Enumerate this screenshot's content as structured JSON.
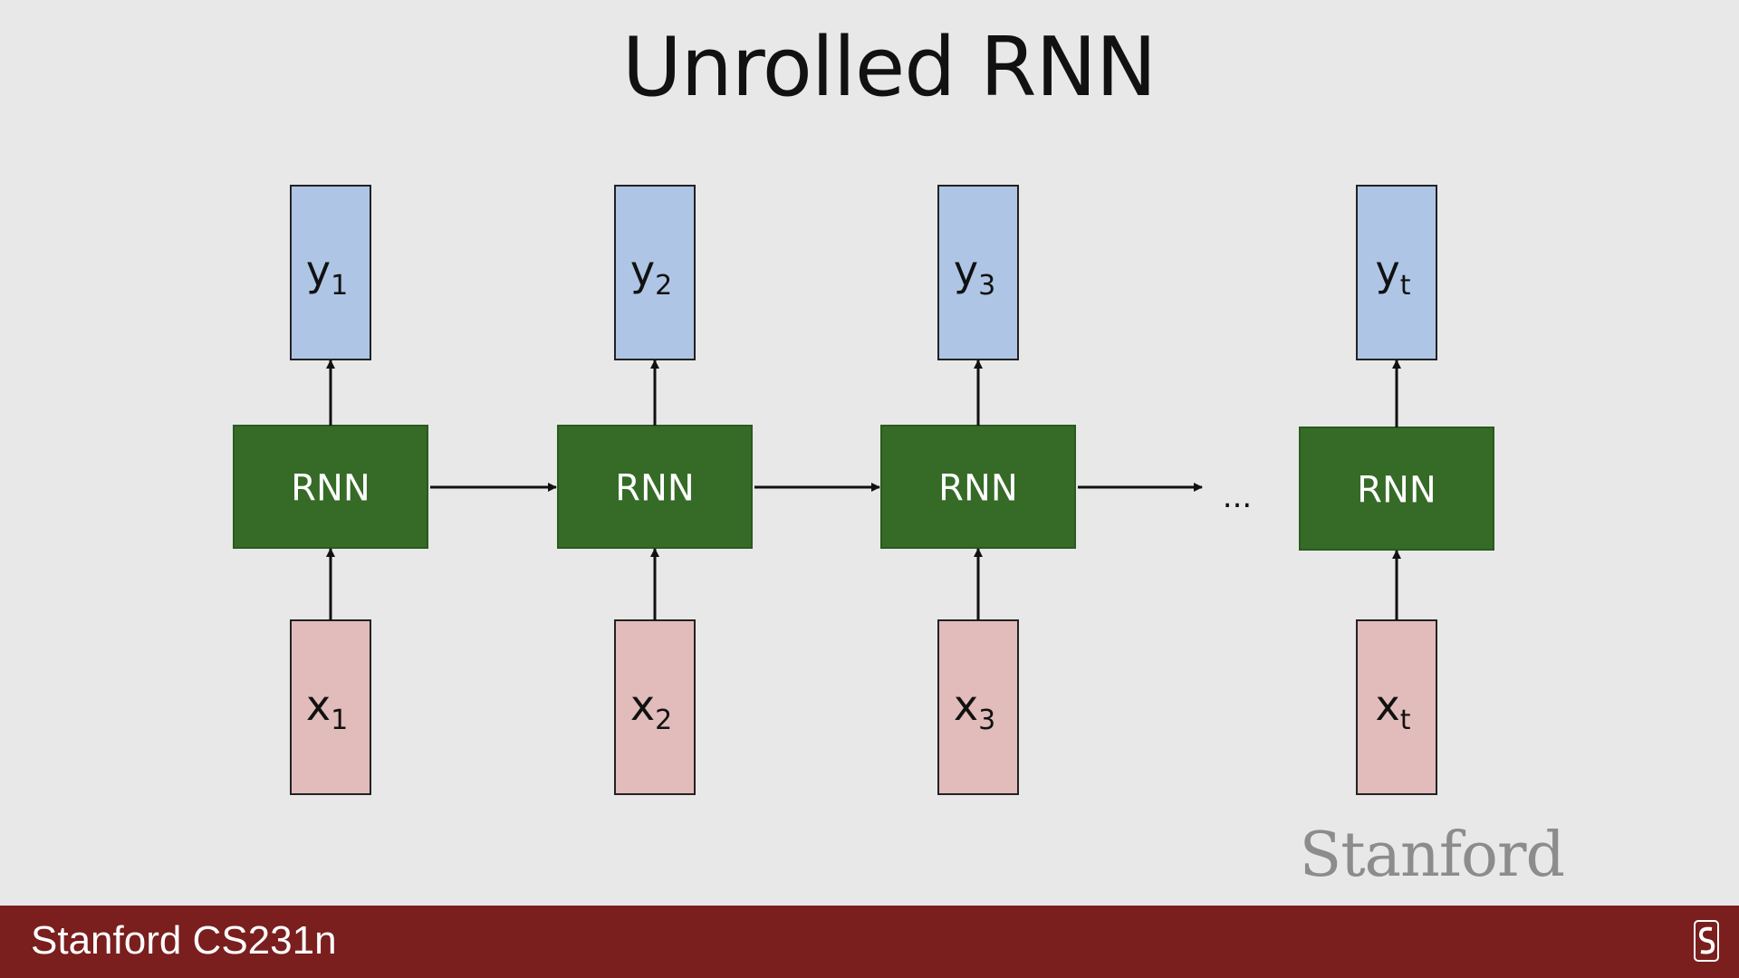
{
  "slide": {
    "title": "Unrolled RNN",
    "watermark": "Stanford",
    "footer_text": "Stanford CS231n",
    "ellipsis": "..."
  },
  "diagram": {
    "cell_label": "RNN",
    "columns": [
      {
        "output": "y",
        "output_sub": "1",
        "input": "x",
        "input_sub": "1"
      },
      {
        "output": "y",
        "output_sub": "2",
        "input": "x",
        "input_sub": "2"
      },
      {
        "output": "y",
        "output_sub": "3",
        "input": "x",
        "input_sub": "3"
      },
      {
        "output": "y",
        "output_sub": "t",
        "input": "x",
        "input_sub": "t"
      }
    ]
  },
  "colors": {
    "output_fill": "#aec5e5",
    "input_fill": "#e2bbbb",
    "rnn_fill": "#356b27",
    "footer": "#7a1e1e"
  },
  "icons": {
    "footer_logo": "stanford-s-logo-icon"
  }
}
